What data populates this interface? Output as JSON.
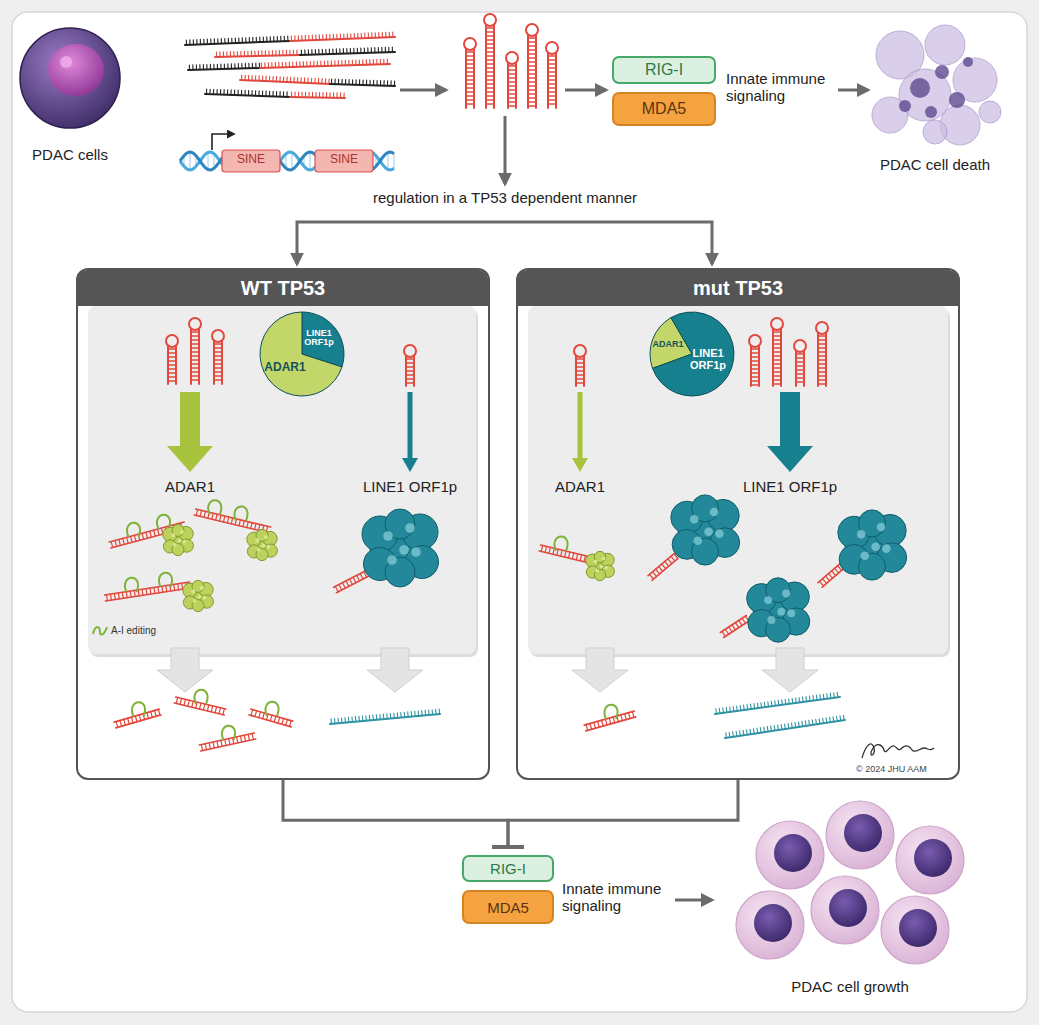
{
  "diagram": {
    "nodes": [
      {
        "text": [
          "RIG-I"
        ]
      },
      {
        "text": [
          "MDA5"
        ]
      },
      {
        "text": [
          "WT TP53"
        ]
      },
      {
        "text": [
          "LINE1 ORF1p",
          "ADAR1"
        ],
        "in": 2
      },
      {
        "text": [
          "mut TP53"
        ]
      },
      {
        "text": [
          "ADAR1",
          "LINE1 ORF1p"
        ],
        "in": 4
      },
      {
        "text": [
          "RIG-I"
        ]
      },
      {
        "text": [
          "MDA5"
        ]
      }
    ],
    "edges": [
      {
        "from": 2,
        "to": 6,
        "arrow": "to"
      },
      {
        "from": 4,
        "to": 6,
        "arrow": "to"
      }
    ],
    "labels": [
      "PDAC cells",
      "SINE",
      "SINE",
      "Innate immune signaling",
      "PDAC cell death",
      "regulation in a TP53 dependent manner",
      "ADAR1",
      "LINE1 ORF1p",
      "ADAR1",
      "LINE1 ORF1p",
      "Innate immune signaling",
      "PDAC cell growth",
      "© 2024 JHU AAM"
    ],
    "legend": [
      {
        "text": "A-I editing"
      }
    ]
  }
}
